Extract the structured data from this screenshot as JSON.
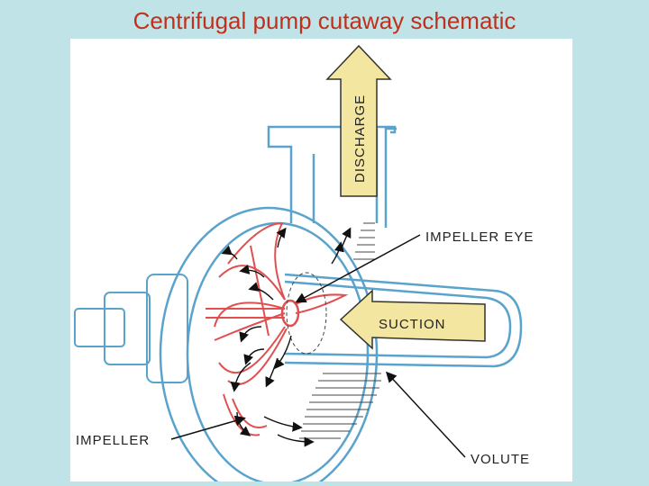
{
  "slide": {
    "title": "Centrifugal pump cutaway schematic",
    "title_color": "#c0301c",
    "background_color": "#bfe3e6"
  },
  "diagram": {
    "labels": {
      "discharge": "DISCHARGE",
      "impeller_eye": "IMPELLER EYE",
      "suction": "SUCTION",
      "impeller": "IMPELLER",
      "volute": "VOLUTE"
    },
    "colors": {
      "casing_outline": "#5aa3cc",
      "impeller": "#e05050",
      "flow_arrow": "#f3e6a0",
      "flow_arrow_outline": "#333333",
      "pointer_lines": "#111111"
    },
    "icons": [
      "discharge-arrow-icon",
      "suction-arrow-icon",
      "flow-arrow-icon"
    ]
  }
}
